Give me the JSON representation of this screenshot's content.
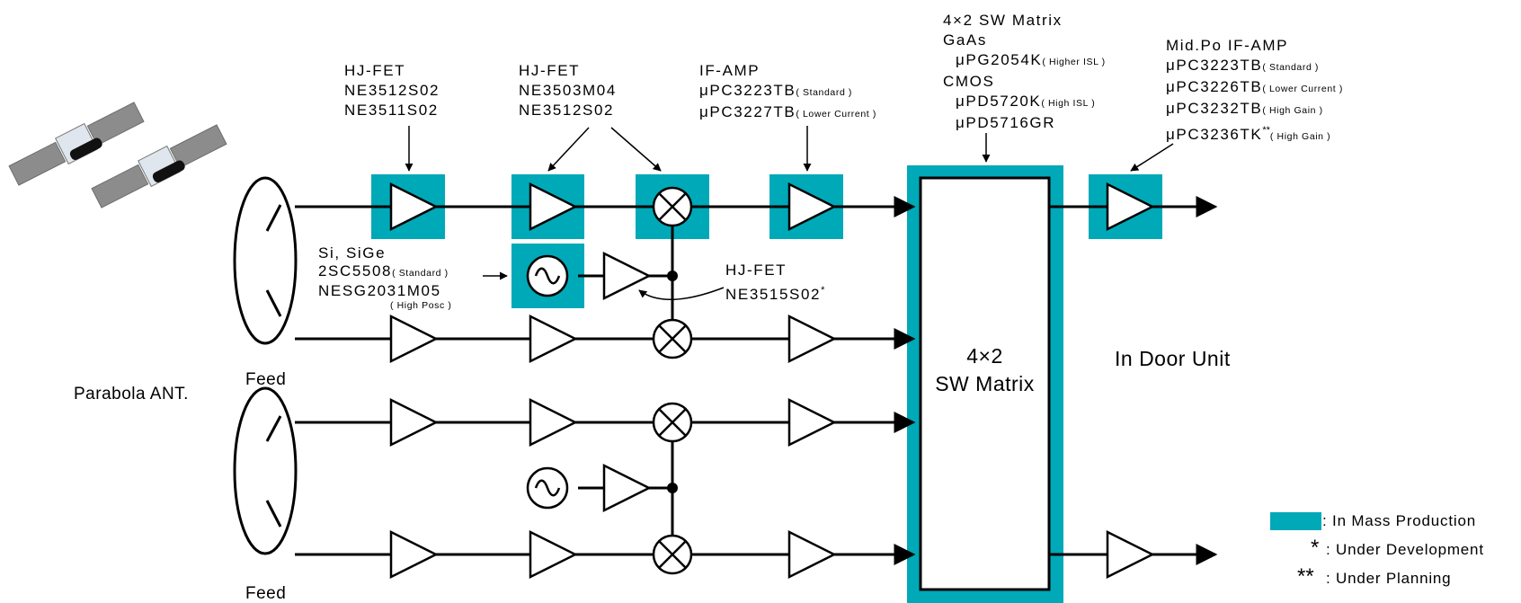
{
  "colors": {
    "accent": "#00a9b8",
    "line": "#000000"
  },
  "icons": {
    "satellites": "satellite-pair-icon",
    "oscillator": "sine-oscillator-icon",
    "mixer": "mixer-x-icon",
    "amplifier": "triangle-amplifier-icon"
  },
  "labels": {
    "hjfet1": {
      "title": "HJ-FET",
      "l1": "NE3512S02",
      "l2": "NE3511S02"
    },
    "hjfet2": {
      "title": "HJ-FET",
      "l1": "NE3503M04",
      "l2": "NE3512S02"
    },
    "ifamp": {
      "title": "IF-AMP",
      "l1": "μPC3223TB",
      "l1n": "( Standard )",
      "l2": "μPC3227TB",
      "l2n": "( Lower Current )"
    },
    "swmatrix": {
      "title": "4×2 SW Matrix",
      "gaas": "GaAs",
      "g1": "μPG2054K",
      "g1n": "( Higher ISL )",
      "cmos": "CMOS",
      "c1": "μPD5720K",
      "c1n": "( High ISL )",
      "c2": "μPD5716GR"
    },
    "midpo": {
      "title": "Mid.Po IF-AMP",
      "a": "μPC3223TB",
      "an": "( Standard )",
      "b": "μPC3226TB",
      "bn": "( Lower Current )",
      "c": "μPC3232TB",
      "cn": "( High Gain )",
      "d": "μPC3236TK",
      "dstar": "**",
      "dn": "( High Gain )"
    },
    "osc": {
      "title": "Si, SiGe",
      "l1": "2SC5508",
      "l1n": "( Standard )",
      "l2": "NESG2031M05",
      "l2n": "( High Posc )"
    },
    "hjfet3": {
      "title": "HJ-FET",
      "l1": "NE3515S02",
      "star": "*"
    },
    "feed1": "Feed",
    "feed2": "Feed",
    "antenna": "Parabola ANT.",
    "matrix_center": {
      "l1": "4×2",
      "l2": "SW Matrix"
    },
    "indoor": "In Door Unit"
  },
  "legend": {
    "mass": ": In Mass Production",
    "dev_mark": "*",
    "dev": ": Under Development",
    "plan_mark": "**",
    "plan": ": Under Planning"
  }
}
